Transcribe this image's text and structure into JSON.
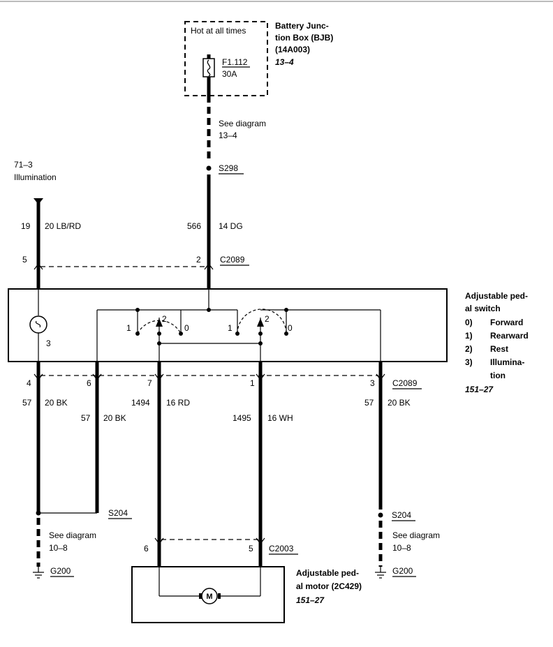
{
  "bjb": {
    "hot_label": "Hot at all times",
    "title_lines": [
      "Battery Junc-",
      "tion Box (BJB)",
      "(14A003)"
    ],
    "ref": "13–4",
    "fuse_id": "F1.112",
    "fuse_rating": "30A"
  },
  "see_diagram_top": [
    "See diagram",
    "13–4"
  ],
  "splice_top": "S298",
  "illumination": [
    "71–3",
    "Illumination"
  ],
  "wires": {
    "left_circuit": "19",
    "left_color": "20 LB/RD",
    "center_circuit": "566",
    "center_color": "14 DG"
  },
  "connector_top": {
    "pin_left": "5",
    "pin_right": "2",
    "name": "C2089"
  },
  "switch": {
    "title_lines": [
      "Adjustable ped-",
      "al switch"
    ],
    "positions": [
      {
        "num": "0)",
        "label": "Forward"
      },
      {
        "num": "1)",
        "label": "Rearward"
      },
      {
        "num": "2)",
        "label": "Rest"
      },
      {
        "num": "3)",
        "label": "Illumina-"
      }
    ],
    "position_cont": "tion",
    "ref": "151–27",
    "lamp_pin": "3",
    "contact_labels": [
      "1",
      "2",
      "0"
    ]
  },
  "connector_bottom": {
    "pins": [
      "4",
      "6",
      "7",
      "1",
      "3"
    ],
    "name": "C2089"
  },
  "bottom_wires": [
    {
      "circuit": "57",
      "color": "20 BK"
    },
    {
      "circuit": "57",
      "color": "20 BK"
    },
    {
      "circuit": "1494",
      "color": "16 RD"
    },
    {
      "circuit": "1495",
      "color": "16 WH"
    },
    {
      "circuit": "57",
      "color": "20 BK"
    }
  ],
  "splice_left": "S204",
  "splice_right": "S204",
  "see_diagram_left": [
    "See diagram",
    "10–8"
  ],
  "see_diagram_right": [
    "See diagram",
    "10–8"
  ],
  "ground_left": "G200",
  "ground_right": "G200",
  "connector_motor": {
    "pin_left": "6",
    "pin_right": "5",
    "name": "C2003"
  },
  "motor": {
    "symbol": "M",
    "title_lines": [
      "Adjustable ped-",
      "al motor (2C429)"
    ],
    "ref": "151–27"
  }
}
